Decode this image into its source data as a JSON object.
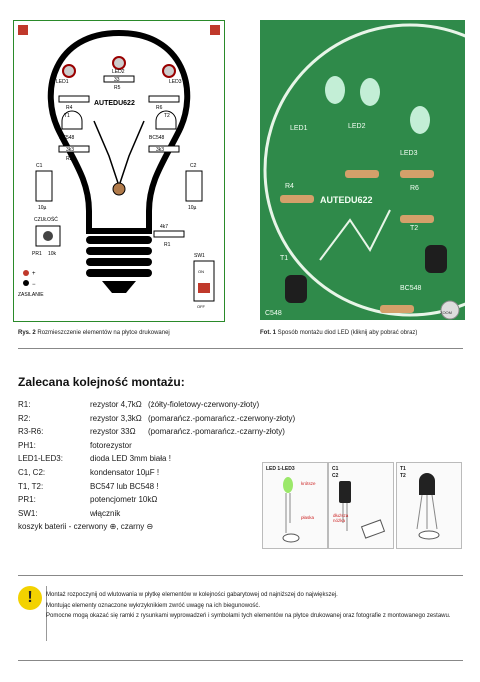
{
  "pcb": {
    "labels": {
      "led1": "LED1",
      "led2": "LED2",
      "led3": "LED3",
      "r3": "33",
      "r5": "R5",
      "r4": "R4",
      "r6": "R6",
      "r2": "R2",
      "t1": "T1",
      "t2": "T2",
      "board": "AUTEDU622",
      "bc1": "BC548",
      "bc2": "BC548",
      "r313": "3k3",
      "r333": "33",
      "r3b": "3k3",
      "c1": "C1",
      "c2": "C2",
      "c_val1": "10µ",
      "c_val2": "10µ",
      "czulosc": "CZUŁOŚĆ",
      "pr1": "PR1",
      "pr_val": "10k",
      "r1": "R1",
      "r1_val": "4k7",
      "sw1": "SW1",
      "on": "ON",
      "off": "OFF",
      "zasilanie": "ZASILANIE",
      "plus": "+",
      "minus": "−"
    }
  },
  "captions": {
    "rys_prefix": "Rys. 2",
    "rys_text": "Rozmieszczenie elementów na płytce drukowanej",
    "fot_prefix": "Fot. 1",
    "fot_text": "Sposób montażu diod LED (kliknij aby pobrać obraz)"
  },
  "photo": {
    "board": "AUTEDU622",
    "led1": "LED1",
    "led2": "LED2",
    "led3": "LED3",
    "r4": "R4",
    "r6": "R6",
    "t1": "T1",
    "t2": "T2",
    "bc548a": "BC548",
    "bc548b": "C548",
    "zoom": "ZOOM"
  },
  "heading": "Zalecana kolejność montażu:",
  "parts": [
    {
      "label": "R1:",
      "dots": "..........................",
      "value": "rezystor 4,7kΩ",
      "color": "(żółty-fioletowy-czerwony-złoty)"
    },
    {
      "label": "R2:",
      "dots": "..........................",
      "value": "rezystor 3,3kΩ",
      "color": "(pomarańcz.-pomarańcz.-czerwony-złoty)"
    },
    {
      "label": "R3-R6:",
      "dots": "....................",
      "value": "rezystor 33Ω",
      "color": "(pomarańcz.-pomarańcz.-czarny-złoty)"
    },
    {
      "label": "PH1:",
      "dots": ".........................",
      "value": "fotorezystor",
      "color": ""
    },
    {
      "label": "LED1-LED3:",
      "dots": "...........",
      "value": "dioda LED 3mm biała !",
      "color": ""
    },
    {
      "label": "C1, C2:",
      "dots": "...................",
      "value": "kondensator 10µF !",
      "color": ""
    },
    {
      "label": "T1, T2:",
      "dots": "...................",
      "value": "BC547 lub BC548 !",
      "color": ""
    },
    {
      "label": "PR1:",
      "dots": ".........................",
      "value": "potencjometr 10kΩ",
      "color": ""
    },
    {
      "label": "SW1:",
      "dots": ".........................",
      "value": "włącznik",
      "color": ""
    },
    {
      "label": "koszyk baterii - czerwony ⊕, czarny ⊖",
      "dots": "",
      "value": "",
      "color": ""
    }
  ],
  "figures": {
    "led": {
      "title": "LED 1-LED3",
      "note_short": "krótsze",
      "note_flat": "płaska"
    },
    "cap": {
      "title1": "C1",
      "title2": "C2",
      "note": "dłuższa nóżka"
    },
    "tr": {
      "title1": "T1",
      "title2": "T2"
    }
  },
  "tip": {
    "icon": "!",
    "line1": "Montaż rozpoczynij od wlutowania w płytkę elementów w kolejności gabarytowej od najniższej do największej.",
    "line2": "Montując elementy oznaczone wykrzyknikiem zwróć uwagę na ich biegunowość.",
    "line3": "Pomocne mogą okazać się ramki z rysunkami wyprowadzeń i symbolami tych elementów na płytce drukowanej oraz fotografie z montowanego zestawu."
  },
  "colors": {
    "pcb_green": "#2a8a2a",
    "photo_green": "#2f8a4a",
    "tip_yellow": "#f3d200"
  }
}
